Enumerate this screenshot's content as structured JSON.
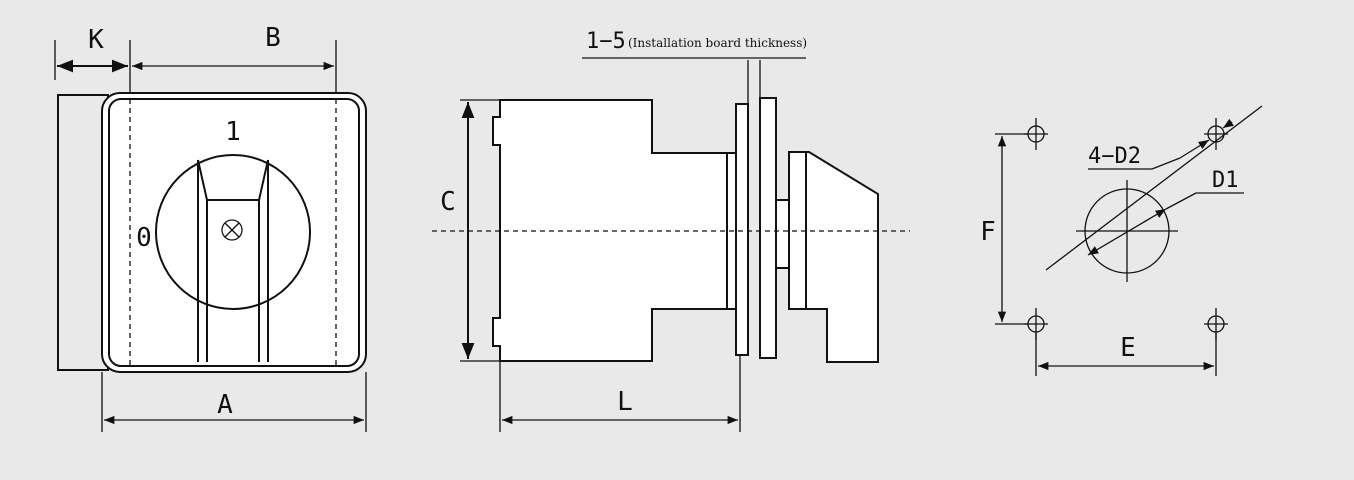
{
  "labels": {
    "k": "K",
    "b": "B",
    "a": "A",
    "pos_on": "1",
    "pos_off": "0",
    "c": "C",
    "l": "L",
    "board_range": "1−5",
    "board_note": "(Installation board thickness)",
    "f": "F",
    "e": "E",
    "hole_pattern": "4−D2",
    "bore": "D1"
  },
  "icons": {
    "handle_marker": "circle-x-icon",
    "hole_marker": "crosshair-circle-icon"
  }
}
